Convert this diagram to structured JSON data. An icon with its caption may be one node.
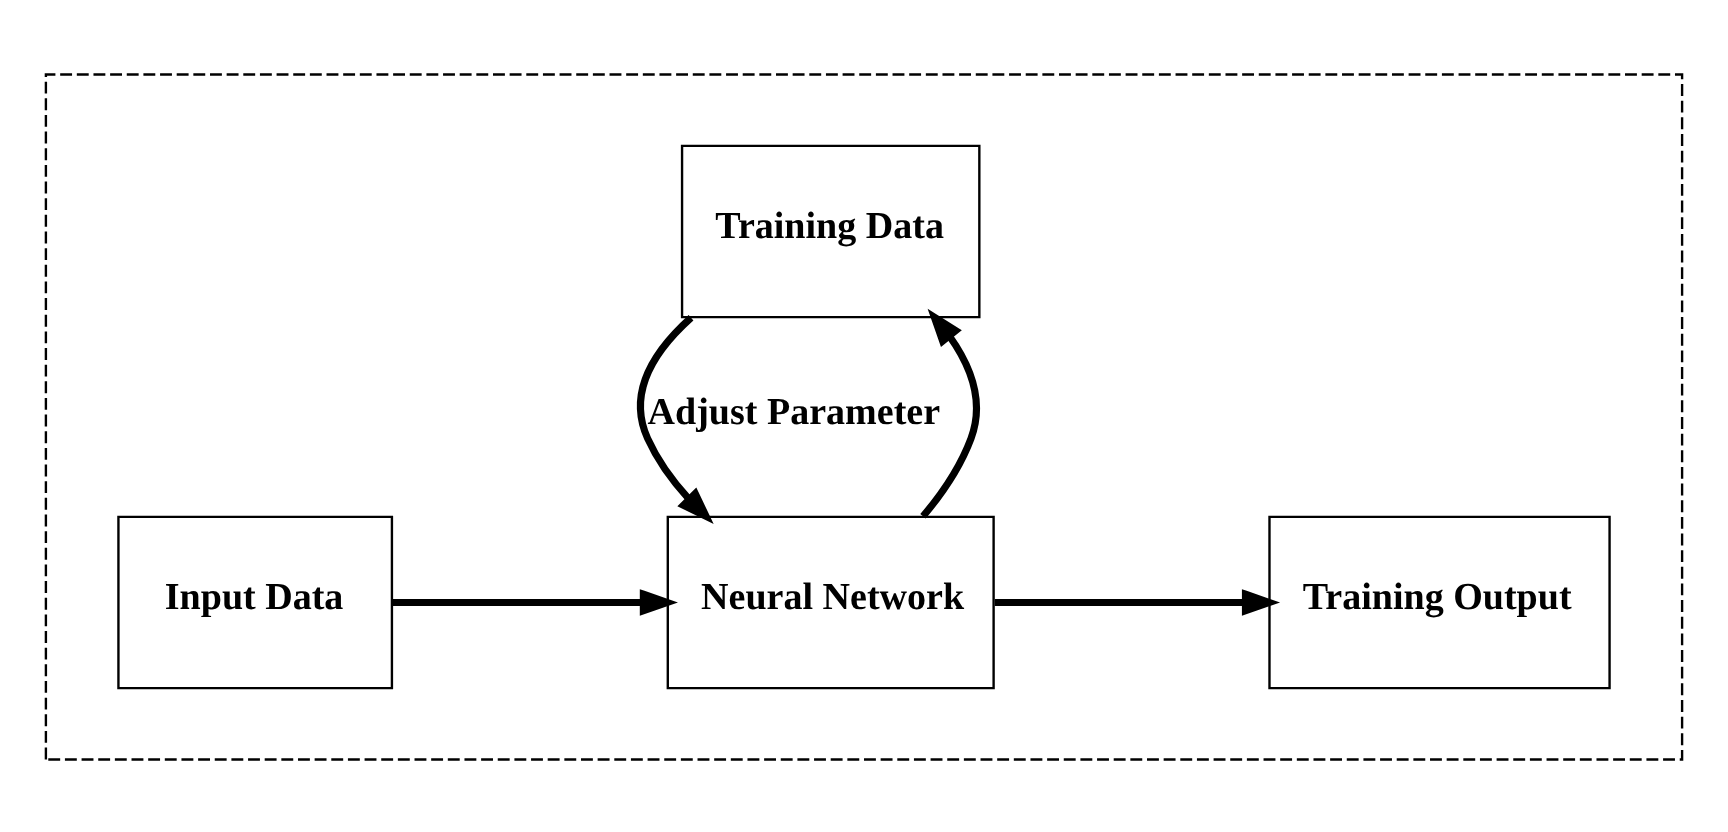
{
  "diagram": {
    "nodes": [
      {
        "text": [],
        "shape": "box"
      },
      {
        "text": [
          "Training Data"
        ],
        "in": 0
      },
      {
        "text": [
          "Input Data"
        ],
        "in": 0
      },
      {
        "text": [
          "Neural Network"
        ],
        "in": 0
      },
      {
        "text": [
          "Training Output"
        ],
        "in": 0
      }
    ],
    "edges": [
      {
        "from": 2,
        "to": 3,
        "arrow": "to"
      },
      {
        "from": 3,
        "to": 1,
        "arrow": "to"
      },
      {
        "from": 1,
        "to": 3,
        "arrow": "to",
        "label": "Adjust Parameter"
      },
      {
        "from": 3,
        "to": 4,
        "arrow": "to"
      }
    ]
  }
}
